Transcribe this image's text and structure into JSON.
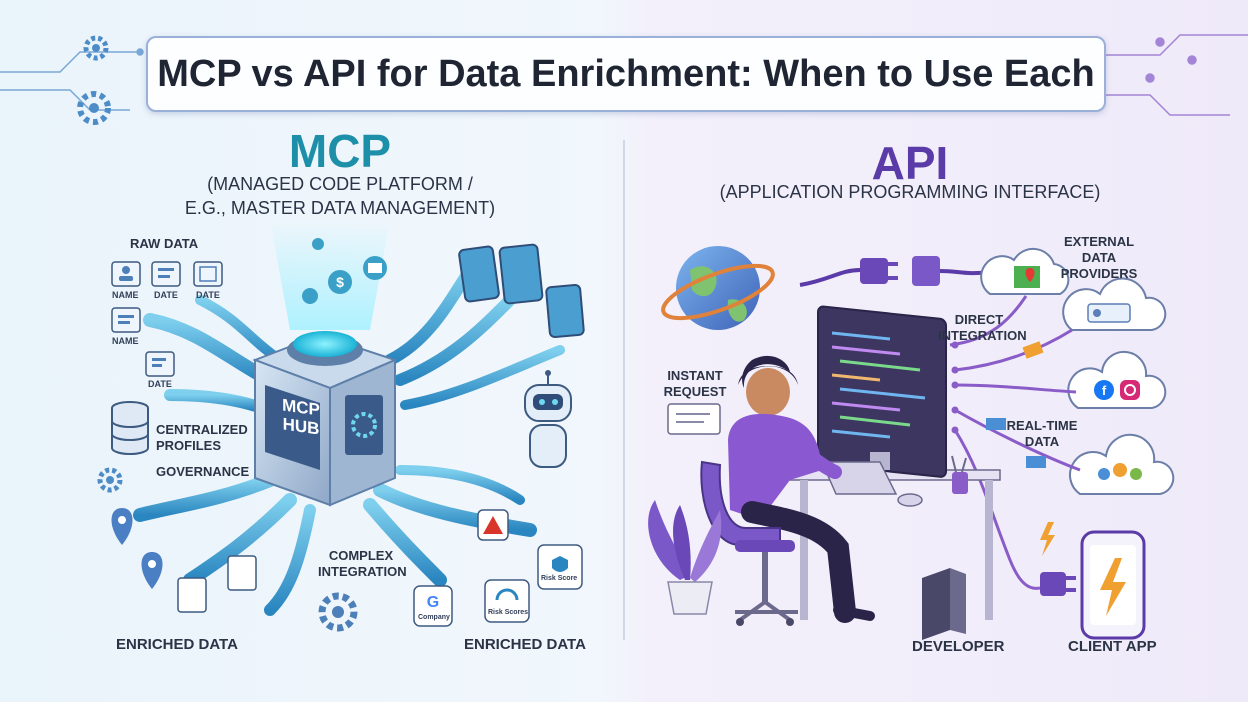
{
  "title": "MCP vs API for Data Enrichment: When to Use Each",
  "mcp": {
    "heading": "MCP",
    "subtitle_line1": "(MANAGED CODE PLATFORM /",
    "subtitle_line2": "E.G., MASTER DATA MANAGEMENT)",
    "hub_line1": "MCP",
    "hub_line2": "HUB",
    "raw_data": "RAW DATA",
    "doc_labels": [
      "NAME",
      "DATE",
      "DATE",
      "NAME",
      "DATE"
    ],
    "centralized_profiles": "CENTRALIZED PROFILES",
    "governance": "GOVERNANCE",
    "complex_integration": "COMPLEX INTEGRATION",
    "enriched_left": "ENRICHED DATA",
    "enriched_right": "ENRICHED DATA",
    "badge_company": "Company",
    "badge_risk_scores": "Risk Scores",
    "badge_risk_score": "Risk Score"
  },
  "api": {
    "heading": "API",
    "subtitle": "(APPLICATION PROGRAMMING INTERFACE)",
    "external_providers": "EXTERNAL DATA PROVIDERS",
    "direct_integration": "DIRECT INTEGRATION",
    "instant_request": "INSTANT REQUEST",
    "real_time_data": "REAL-TIME DATA",
    "developer": "DEVELOPER",
    "client_app": "CLIENT APP"
  },
  "colors": {
    "mcp_accent": "#1e8fa8",
    "api_accent": "#5b3ba8",
    "pipe": "#3fa7d6",
    "purple_line": "#8a5cc8"
  },
  "icons": [
    "gear-icon",
    "pin-icon",
    "database-icon",
    "robot-icon",
    "globe-icon",
    "plug-icon",
    "cloud-icon",
    "lightning-icon",
    "google-icon",
    "facebook-icon",
    "instagram-icon",
    "map-icon",
    "dollar-icon",
    "mail-icon"
  ]
}
